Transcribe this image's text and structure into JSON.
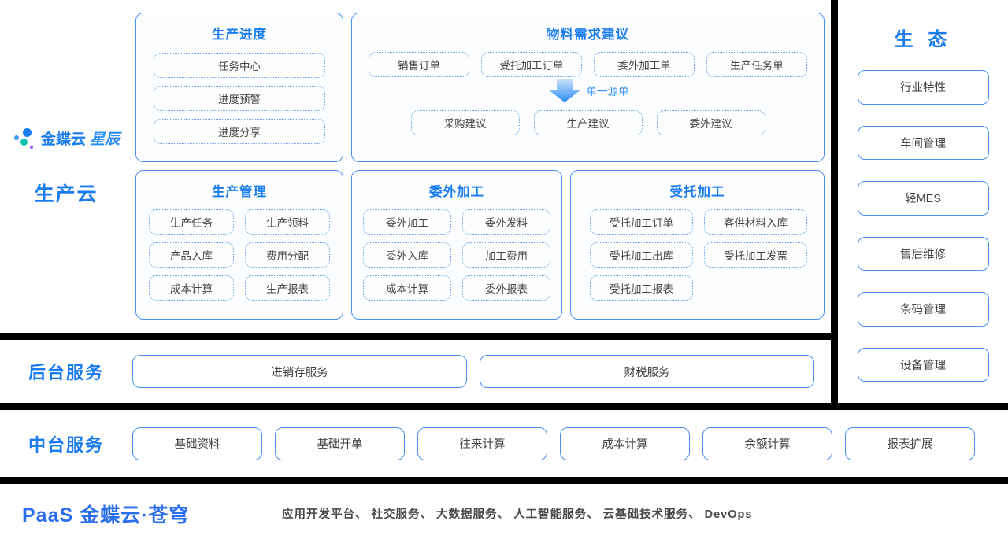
{
  "brand": {
    "logo_text_main": "金蝶云",
    "logo_text_sub": "星辰",
    "title": "生产云"
  },
  "main": {
    "cards": [
      {
        "id": "production-progress",
        "title": "生产进度",
        "items": [
          "任务中心",
          "进度预警",
          "进度分享"
        ]
      },
      {
        "id": "material-requirement",
        "title": "物料需求建议",
        "sources": [
          "销售订单",
          "受托加工订单",
          "委外加工单",
          "生产任务单"
        ],
        "arrow_label": "单一源单",
        "suggestions": [
          "采购建议",
          "生产建议",
          "委外建议"
        ]
      },
      {
        "id": "production-management",
        "title": "生产管理",
        "items": [
          "生产任务",
          "生产领料",
          "产品入库",
          "费用分配",
          "成本计算",
          "生产报表"
        ]
      },
      {
        "id": "outsourced-processing",
        "title": "委外加工",
        "items": [
          "委外加工",
          "委外发料",
          "委外入库",
          "加工费用",
          "成本计算",
          "委外报表"
        ]
      },
      {
        "id": "entrusted-processing",
        "title": "受托加工",
        "items": [
          "受托加工订单",
          "客供材料入库",
          "受托加工出库",
          "受托加工发票",
          "受托加工报表"
        ]
      }
    ]
  },
  "ecology": {
    "title": "生 态",
    "items": [
      "行业特性",
      "车间管理",
      "轻MES",
      "售后维修",
      "条码管理",
      "设备管理"
    ]
  },
  "backend_services": {
    "label": "后台服务",
    "items": [
      "进销存服务",
      "财税服务"
    ]
  },
  "middle_services": {
    "label": "中台服务",
    "items": [
      "基础资料",
      "基础开单",
      "往来计算",
      "成本计算",
      "余额计算",
      "报表扩展"
    ]
  },
  "paas": {
    "title": "PaaS 金蝶云·苍穹",
    "description": "应用开发平台、 社交服务、 大数据服务、 人工智能服务、 云基础技术服务、 DevOps"
  },
  "colors": {
    "accent": "#1a7cf0",
    "border": "#4a90f0",
    "dotted": "#64a2f2",
    "bar": "#000000"
  }
}
